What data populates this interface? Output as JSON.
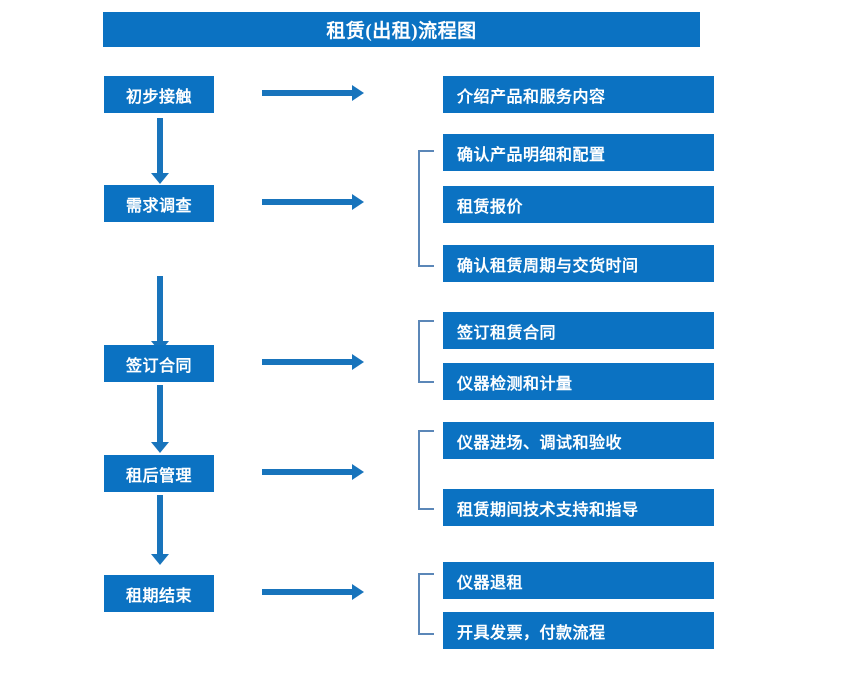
{
  "title": "租赁(出租)流程图",
  "colors": {
    "box_blue": "#0B72C2",
    "arrow_blue": "#1874BC",
    "bracket_gray_blue": "#5B87B8",
    "text_white": "#FFFFFF",
    "background": "#FFFFFF"
  },
  "chart_data": {
    "type": "diagram",
    "title": "租赁(出租)流程图",
    "stages": [
      {
        "stage": "初步接触",
        "details": [
          "介绍产品和服务内容"
        ],
        "bracketed": false
      },
      {
        "stage": "需求调查",
        "details": [
          "确认产品明细和配置",
          "租赁报价",
          "确认租赁周期与交货时间"
        ],
        "bracketed": true
      },
      {
        "stage": "签订合同",
        "details": [
          "签订租赁合同",
          "仪器检测和计量"
        ],
        "bracketed": true
      },
      {
        "stage": "租后管理",
        "details": [
          "仪器进场、调试和验收",
          "租赁期间技术支持和指导"
        ],
        "bracketed": true
      },
      {
        "stage": "租期结束",
        "details": [
          "仪器退租",
          "开具发票，付款流程"
        ],
        "bracketed": true
      }
    ]
  },
  "stages": {
    "s1": "初步接触",
    "s2": "需求调查",
    "s3": "签订合同",
    "s4": "租后管理",
    "s5": "租期结束"
  },
  "details": {
    "d1_1": "介绍产品和服务内容",
    "d2_1": "确认产品明细和配置",
    "d2_2": "租赁报价",
    "d2_3": "确认租赁周期与交货时间",
    "d3_1": "签订租赁合同",
    "d3_2": "仪器检测和计量",
    "d4_1": "仪器进场、调试和验收",
    "d4_2": "租赁期间技术支持和指导",
    "d5_1": "仪器退租",
    "d5_2": "开具发票，付款流程"
  }
}
